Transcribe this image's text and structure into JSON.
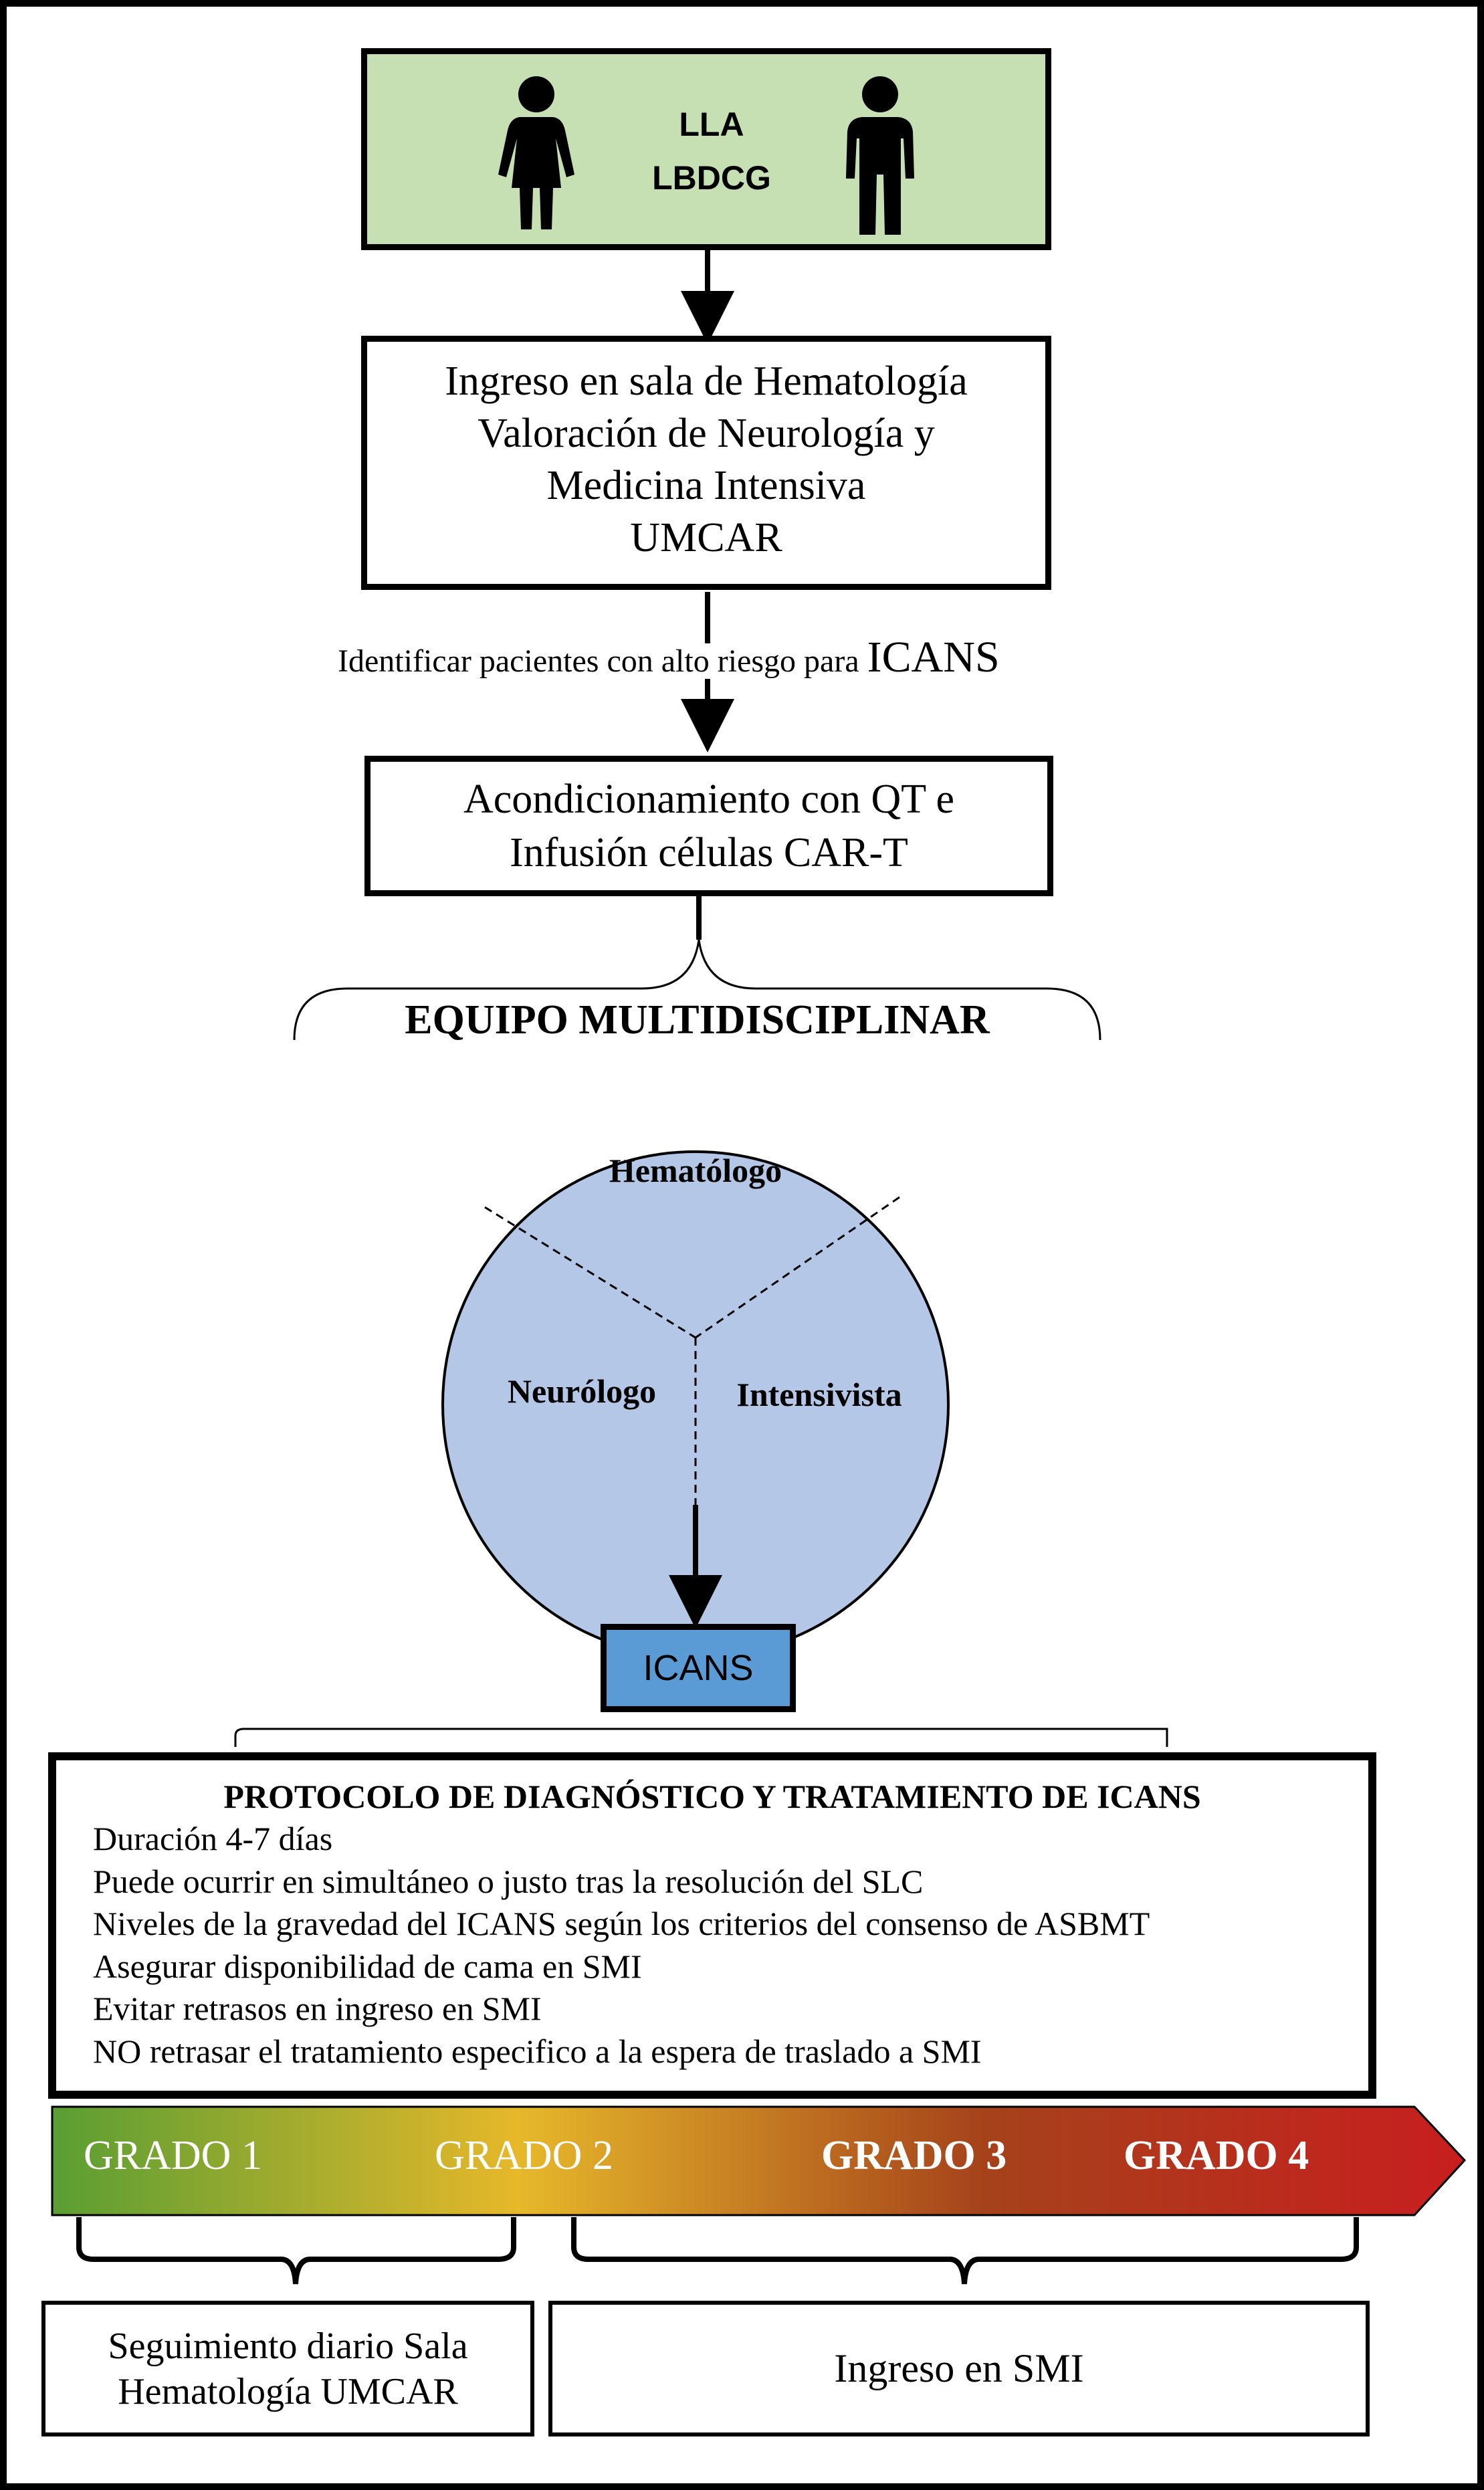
{
  "patient_box": {
    "line1": "LLA",
    "line2": "LBDCG",
    "fill": "#C6E0B4"
  },
  "admission_box": {
    "lines": [
      "Ingreso en sala de Hematología",
      "Valoración de Neurología y",
      "Medicina Intensiva",
      "UMCAR"
    ]
  },
  "identify_label": {
    "small": "Identificar pacientes con alto riesgo para ",
    "big": "ICANS"
  },
  "conditioning_box": {
    "lines": [
      "Acondicionamiento con QT e",
      "Infusión células CAR-T"
    ]
  },
  "team_title": "EQUIPO MULTIDISCIPLINAR",
  "team_circle": {
    "fill": "#B4C7E7",
    "top": "Hematólogo",
    "left": "Neurólogo",
    "right": "Intensivista"
  },
  "icans_box": {
    "label": "ICANS",
    "fill": "#5B9BD5"
  },
  "protocol_box": {
    "title": "PROTOCOLO DE DIAGNÓSTICO Y TRATAMIENTO DE ICANS",
    "items": [
      "Duración 4-7 días",
      "Puede ocurrir en simultáneo o justo tras la resolución del SLC",
      "Niveles de la gravedad del ICANS según los criterios del consenso de ASBMT",
      "Asegurar disponibilidad de cama en SMI",
      "Evitar retrasos en ingreso en SMI",
      "NO retrasar el tratamiento especifico a la espera de traslado a SMI"
    ]
  },
  "grade_arrow": {
    "grades": [
      "GRADO 1",
      "GRADO 2",
      "GRADO 3",
      "GRADO 4"
    ],
    "colors": [
      "#5A9E33",
      "#E6B82A",
      "#A5421B",
      "#C81E1E"
    ]
  },
  "outcome_left": {
    "lines": [
      "Seguimiento diario Sala",
      "Hematología UMCAR"
    ]
  },
  "outcome_right": {
    "label": "Ingreso en SMI"
  }
}
